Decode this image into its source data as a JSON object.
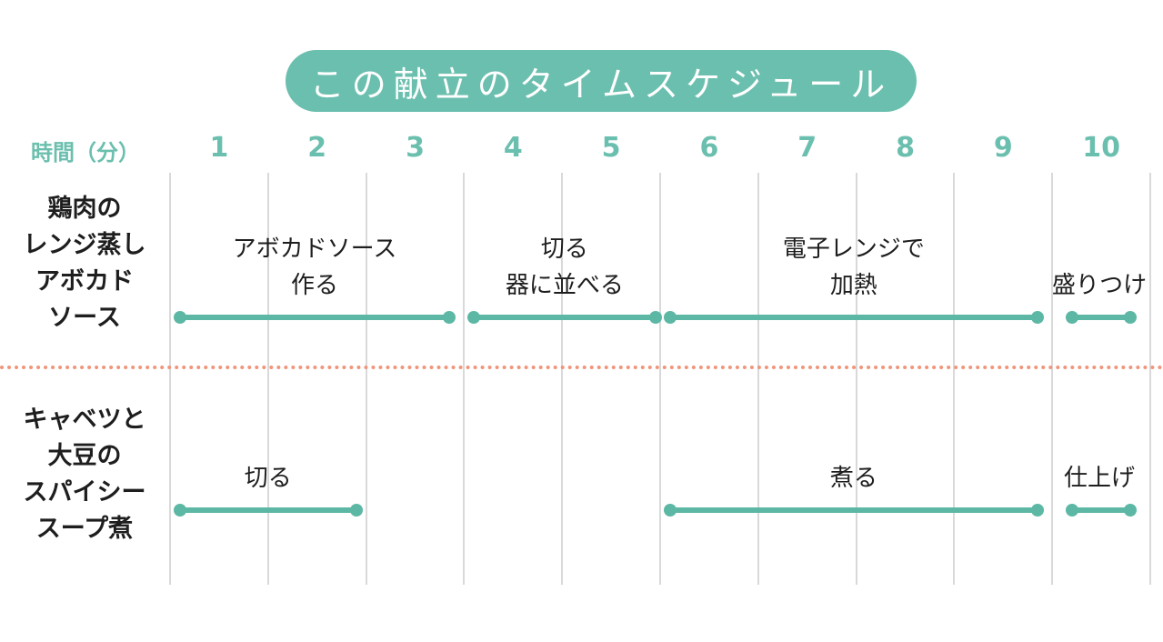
{
  "title": "この献立のタイムスケジュール",
  "axis_label": "時間（分）",
  "ticks": [
    "1",
    "2",
    "3",
    "4",
    "5",
    "6",
    "7",
    "8",
    "9",
    "10"
  ],
  "rows": [
    {
      "label_lines": [
        "鶏肉の",
        "レンジ蒸し",
        "アボカド",
        "ソース"
      ],
      "tasks": [
        {
          "lines": [
            "アボカドソース",
            "作る"
          ],
          "start_min": 0.1,
          "end_min": 2.85
        },
        {
          "lines": [
            "切る",
            "器に並べる"
          ],
          "start_min": 3.1,
          "end_min": 4.95
        },
        {
          "lines": [
            "電子レンジで",
            "加熱"
          ],
          "start_min": 5.1,
          "end_min": 8.85
        },
        {
          "lines": [
            "盛りつけ"
          ],
          "start_min": 9.2,
          "end_min": 9.8
        }
      ]
    },
    {
      "label_lines": [
        "キャベツと",
        "大豆の",
        "スパイシー",
        "スープ煮"
      ],
      "tasks": [
        {
          "lines": [
            "切る"
          ],
          "start_min": 0.1,
          "end_min": 1.9
        },
        {
          "lines": [
            "煮る"
          ],
          "start_min": 5.1,
          "end_min": 8.85
        },
        {
          "lines": [
            "仕上げ"
          ],
          "start_min": 9.2,
          "end_min": 9.8
        }
      ]
    }
  ],
  "colors": {
    "accent": "#6bbfae",
    "bar": "#5cb8a4",
    "divider": "#f0957a",
    "grid": "#d9d9d9"
  }
}
